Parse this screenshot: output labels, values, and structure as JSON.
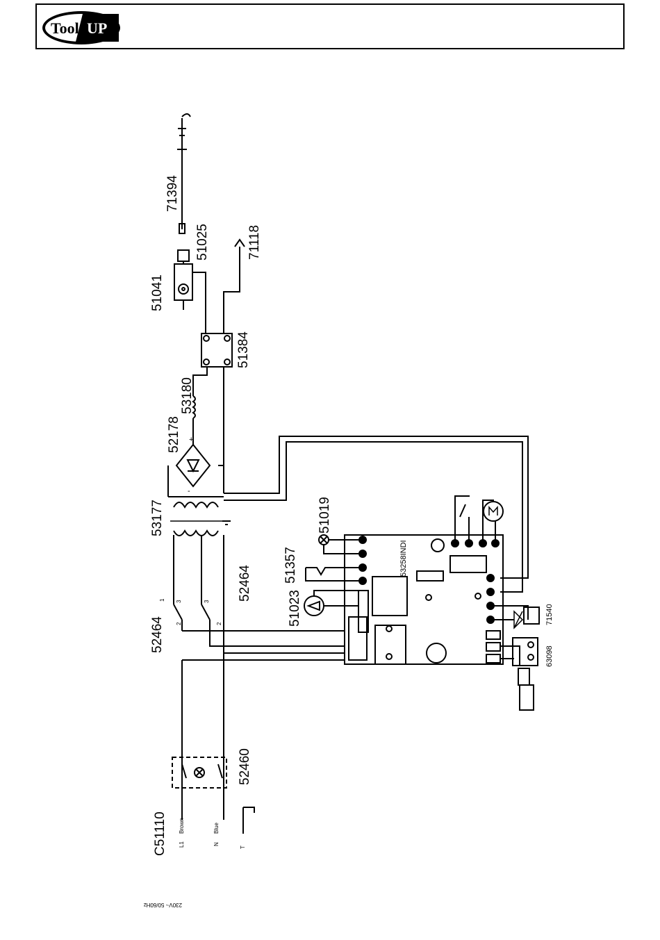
{
  "header": {
    "brand": "ToolUP"
  },
  "diagram": {
    "parts": {
      "supply": "C51110",
      "supply_spec": "230V~ 50/60Hz",
      "main_switch": "52460",
      "switch_a": "52464",
      "switch_b": "52464",
      "transformer": "53177",
      "rectifier": "52178",
      "inductor": "53180",
      "relay_board": "51384",
      "valve_unit": "51041",
      "valve_fitting": "51025",
      "torch": "71394",
      "earth_clamp": "71118",
      "pilot_lamp": "51019",
      "thermostat": "51357",
      "fan": "51023",
      "control_board": "53258INDI",
      "solenoid_valve": "71540",
      "socket": "63098"
    },
    "terminals": {
      "l1": "L1",
      "n": "N",
      "t": "T",
      "brown": "Brown",
      "blue": "Blue",
      "pin1": "1",
      "pin2": "2",
      "pin3": "3",
      "plus": "+",
      "minus": "-"
    }
  }
}
